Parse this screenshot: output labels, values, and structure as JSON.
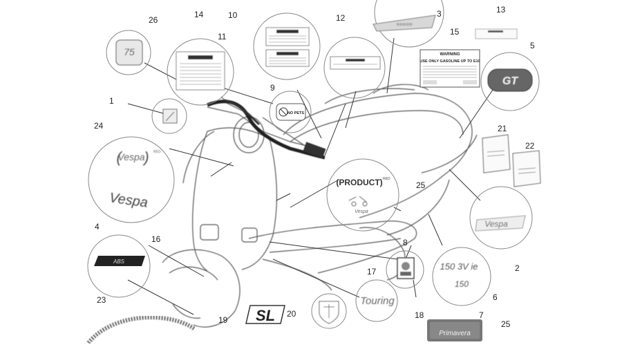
{
  "diagram": {
    "callouts": [
      "1",
      "2",
      "3",
      "4",
      "5",
      "6",
      "7",
      "8",
      "9",
      "10",
      "11",
      "12",
      "13",
      "14",
      "15",
      "16",
      "17",
      "18",
      "19",
      "20",
      "21",
      "22",
      "23",
      "24",
      "25",
      "25",
      "26"
    ],
    "labels": {
      "product_red": "(PRODUCT)",
      "red_sup": "RED",
      "no_pets": "NO PETS",
      "warning_15_title": "WARNING",
      "warning_15_line1": "USE ONLY GASOLINE UP TO E10",
      "abs": "ABS",
      "sl": "SL",
      "touring": "Touring",
      "gts_150": "150",
      "gts_150_ie": "150 3V ie",
      "vespa_script": "Vespa",
      "gt": "GT",
      "primavera": "Primavera"
    }
  }
}
